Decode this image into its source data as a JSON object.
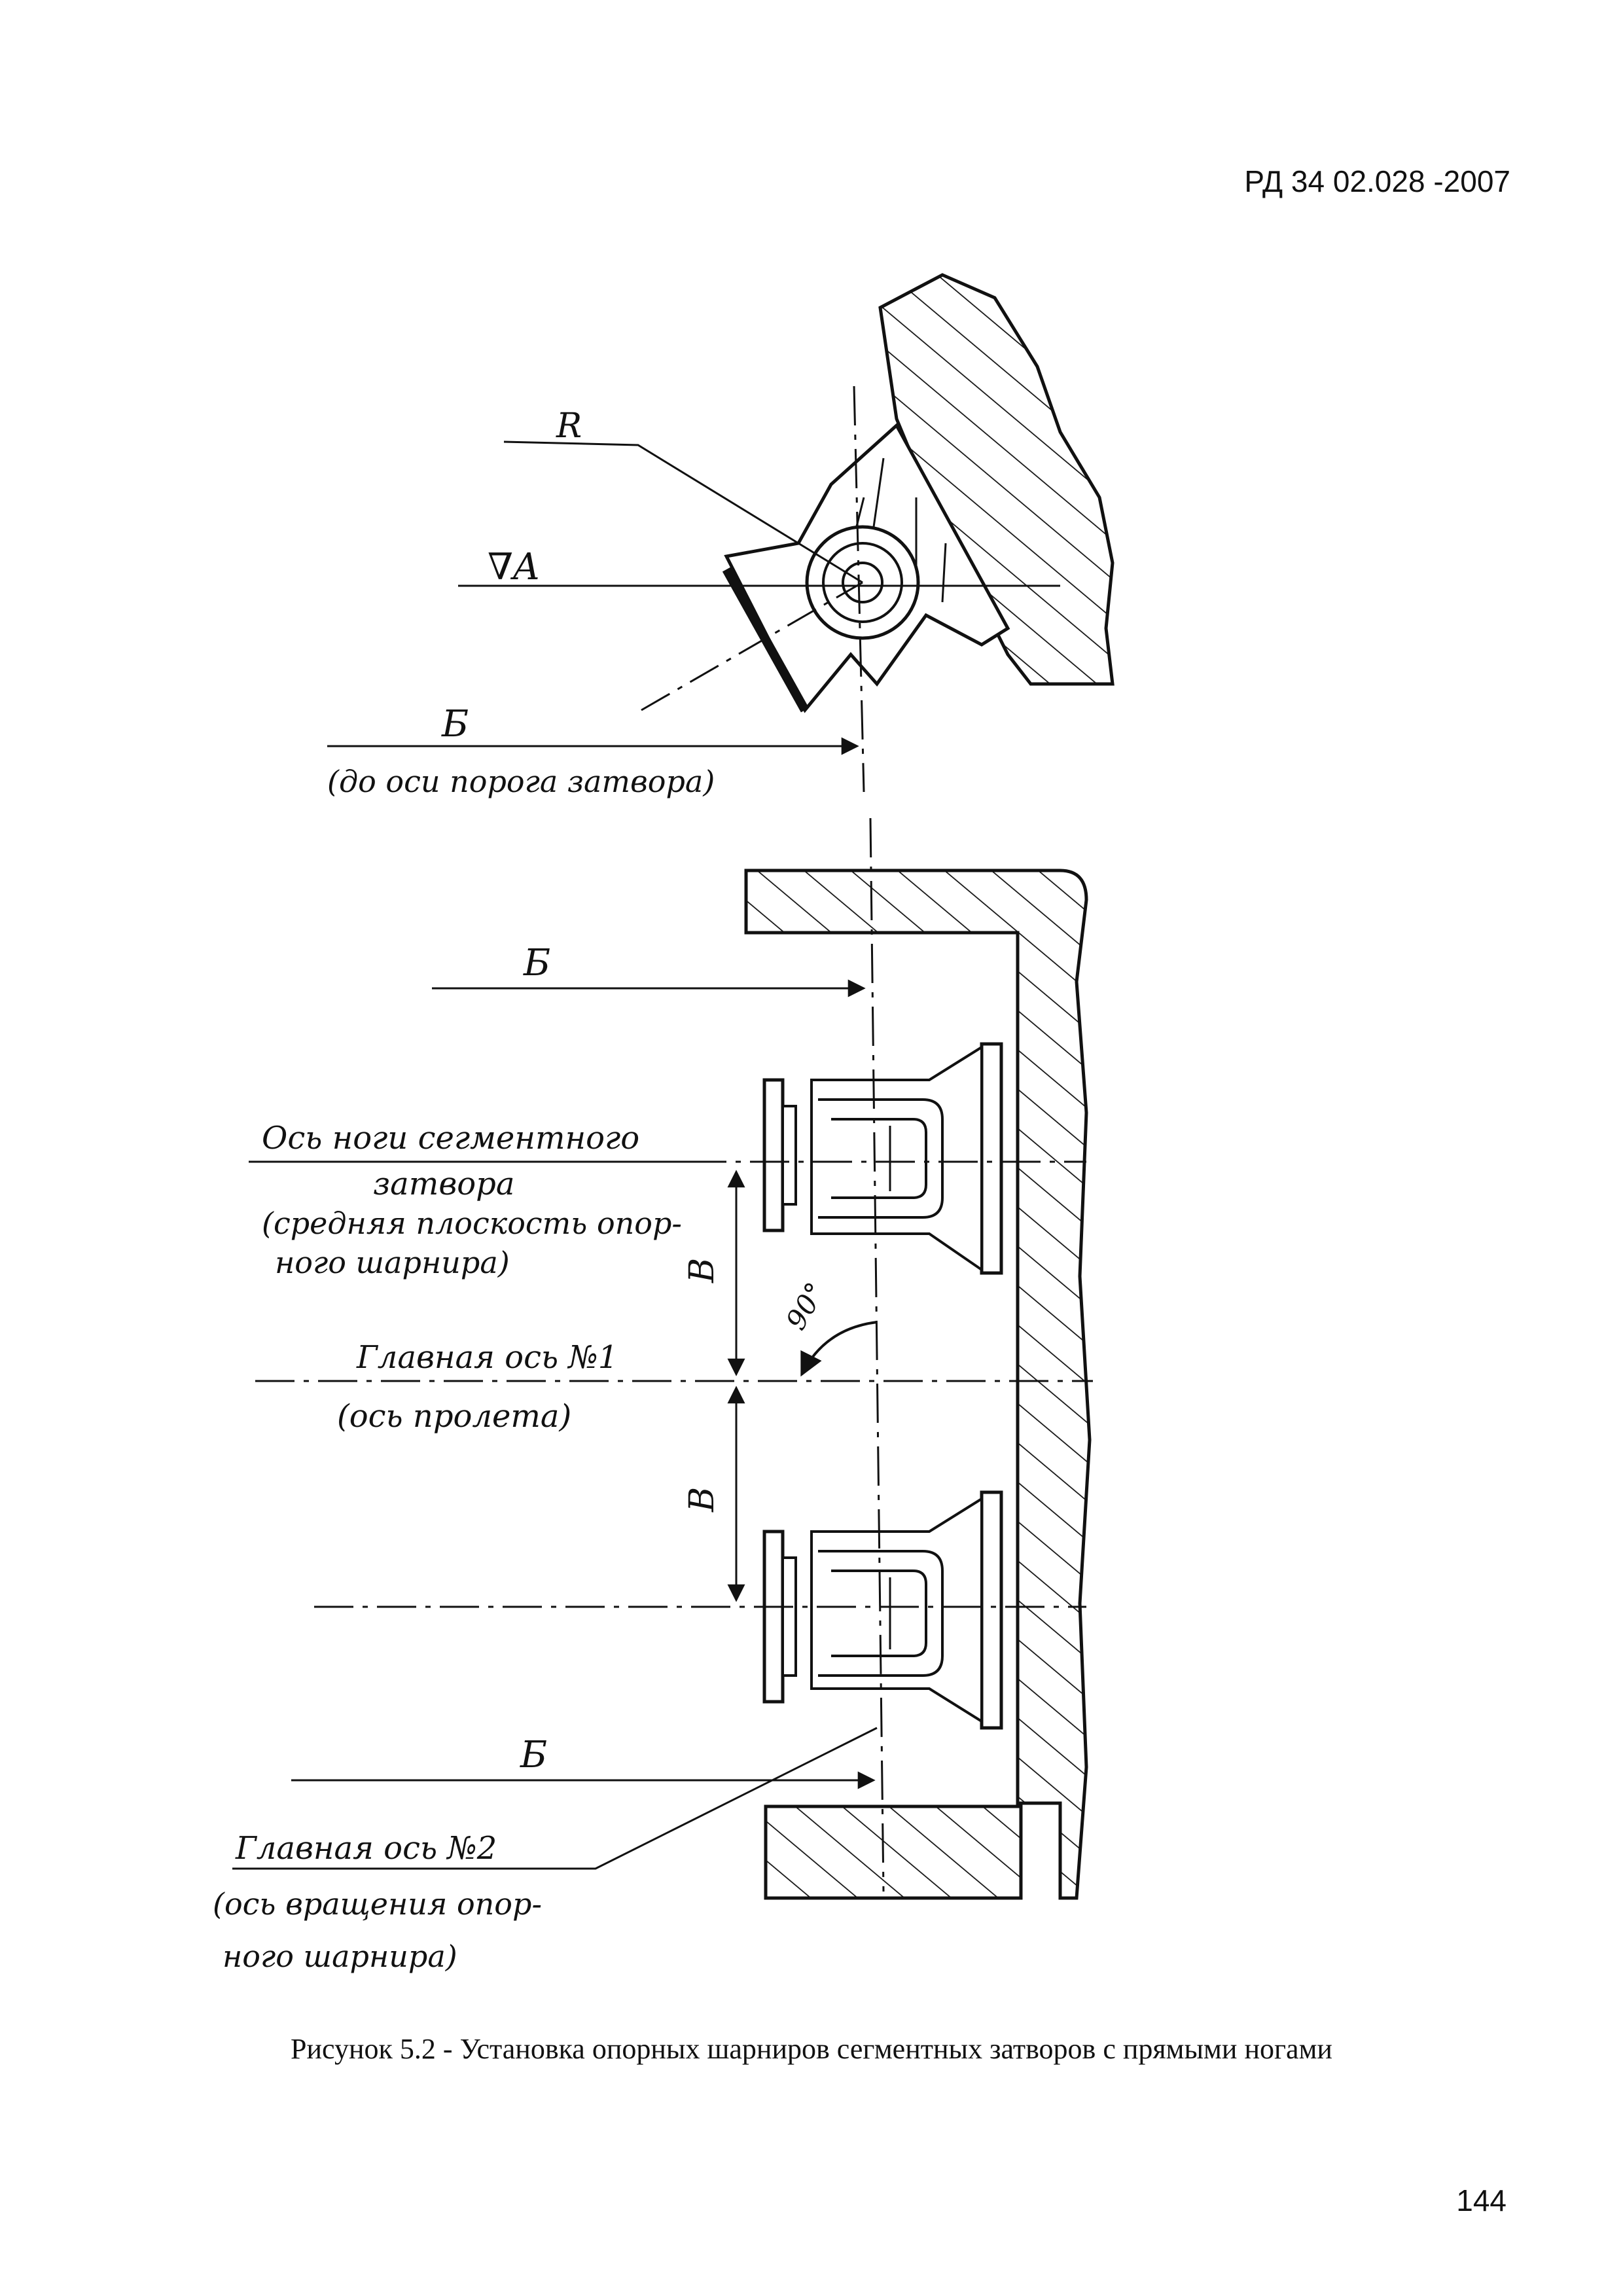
{
  "header": {
    "doc_code": "РД 34 02.028 -2007"
  },
  "footer": {
    "page_number": "144"
  },
  "figure": {
    "caption": "Рисунок 5.2 - Установка опорных шарниров сегментных затворов с прямыми ногами",
    "labels": {
      "r": "R",
      "a": "∇A",
      "b_top": "Б",
      "b_top_note": "(до оси порога затвора)",
      "b_mid": "Б",
      "leg_axis_line1": "Ось ноги сегментного",
      "leg_axis_line2": "затвора",
      "leg_axis_line3": "(средняя плоскость опор-",
      "leg_axis_line4": "ного шарнира)",
      "main_axis1_line1": "Главная ось №1",
      "main_axis1_line2": "(ось пролета)",
      "v_upper": "В",
      "v_lower": "В",
      "angle": "90°",
      "b_bottom": "Б",
      "main_axis2_line1": "Главная ось №2",
      "main_axis2_line2": "(ось вращения опор-",
      "main_axis2_line3": "ного шарнира)"
    }
  }
}
